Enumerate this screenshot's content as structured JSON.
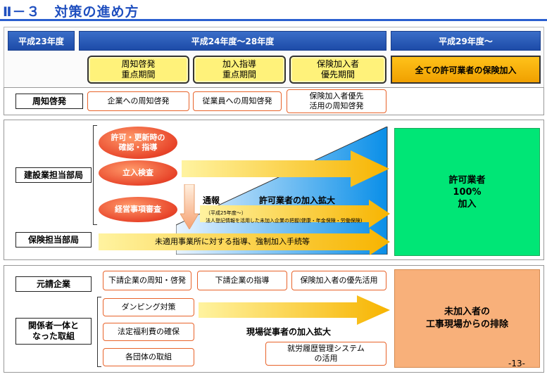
{
  "title": "Ⅱ－３　対策の進め方",
  "periods": {
    "h23": "平成23年度",
    "h24_28": "平成24年度～28年度",
    "h29": "平成29年度～"
  },
  "phases": [
    {
      "line1": "周知啓発",
      "line2": "重点期間"
    },
    {
      "line1": "加入指導",
      "line2": "重点期間"
    },
    {
      "line1": "保険加入者",
      "line2": "優先期間"
    }
  ],
  "goal": "全ての許可業者の保険加入",
  "awareness": {
    "label": "周知啓発",
    "items": [
      {
        "line1": "企業への周知啓発",
        "line2": ""
      },
      {
        "line1": "従業員への周知啓発",
        "line2": ""
      },
      {
        "line1": "保険加入者優先",
        "line2": "活用の周知啓発"
      }
    ]
  },
  "construction": {
    "label": "建設業担当部局",
    "ovals": [
      {
        "line1": "許可・更新時の",
        "line2": "確認・指導"
      },
      {
        "line1": "立入検査",
        "line2": ""
      },
      {
        "line1": "経営事項審査",
        "line2": ""
      }
    ],
    "notify": "通報",
    "expansion": "許可業者の加入拡大",
    "note_line1": "（平成25年度～）",
    "note_line2": "法人登記情報を活用した未加入企業の把握(健康・年金保険・労働保険)"
  },
  "insurance": {
    "label": "保険担当部局",
    "arrow_text": "未適用事業所に対する指導、強制加入手続等"
  },
  "result_green": {
    "line1": "許可業者",
    "line2": "100%",
    "line3": "加入"
  },
  "prime": {
    "label": "元請企業",
    "items": [
      "下請企業の周知・啓発",
      "下請企業の指導",
      "保険加入者の優先活用"
    ]
  },
  "joint": {
    "label_line1": "関係者一体と",
    "label_line2": "なった取組",
    "items": [
      "ダンピング対策",
      "法定福利費の確保",
      "各団体の取組"
    ],
    "expansion": "現場従事者の加入拡大",
    "system_line1": "就労履歴管理システム",
    "system_line2": "の活用"
  },
  "result_peach": {
    "line1": "未加入者の",
    "line2": "工事現場からの排除"
  },
  "page_number": "-13-",
  "colors": {
    "header_blue": "#1d4ba8",
    "yellow": "#fff27a",
    "gold": "#f0a000",
    "green": "#00e676",
    "peach": "#f8b07a",
    "oval_red": "#e8452a",
    "orange_border": "#e8632a"
  }
}
